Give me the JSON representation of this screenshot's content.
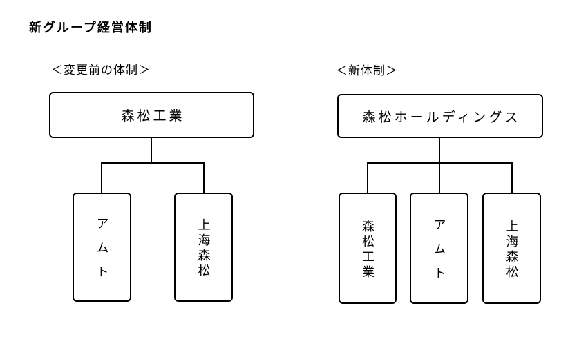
{
  "title": "新グループ経営体制",
  "colors": {
    "line": "#000000",
    "text": "#000000",
    "background": "#ffffff"
  },
  "sections": {
    "before": {
      "heading": "＜変更前の体制＞",
      "parent": {
        "label": "森松工業"
      },
      "children": [
        {
          "label": "アムト"
        },
        {
          "label": "上海森松"
        }
      ]
    },
    "after": {
      "heading": "＜新体制＞",
      "parent": {
        "label": "森松ホールディングス"
      },
      "children": [
        {
          "label": "森松工業"
        },
        {
          "label": "アムト"
        },
        {
          "label": "上海森松"
        }
      ]
    }
  }
}
